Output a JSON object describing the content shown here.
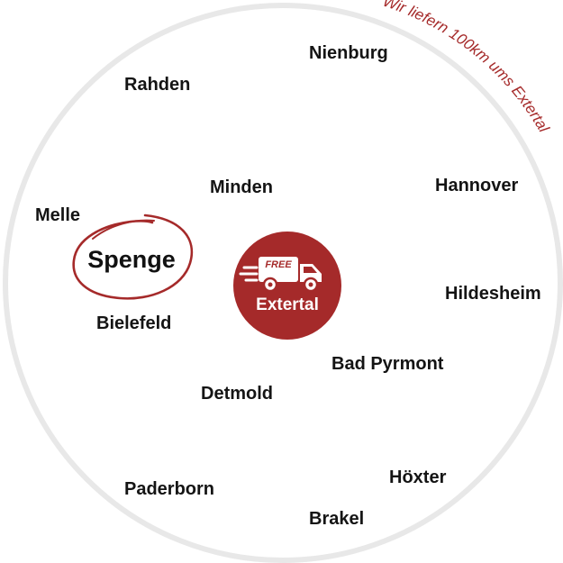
{
  "banner": {
    "text": "Wir liefern 100km ums Extertal"
  },
  "center": {
    "badge": "FREE",
    "label": "Extertal",
    "icon": "delivery-truck-icon"
  },
  "origin": {
    "label": "Spenge"
  },
  "cities": {
    "nienburg": "Nienburg",
    "rahden": "Rahden",
    "minden": "Minden",
    "hannover": "Hannover",
    "melle": "Melle",
    "hildesheim": "Hildesheim",
    "bielefeld": "Bielefeld",
    "bad_pyrmont": "Bad Pyrmont",
    "detmold": "Detmold",
    "hoexter": "Höxter",
    "paderborn": "Paderborn",
    "brakel": "Brakel"
  },
  "colors": {
    "accent": "#a52a2a",
    "ring": "#e8e8e8",
    "text": "#141414"
  }
}
